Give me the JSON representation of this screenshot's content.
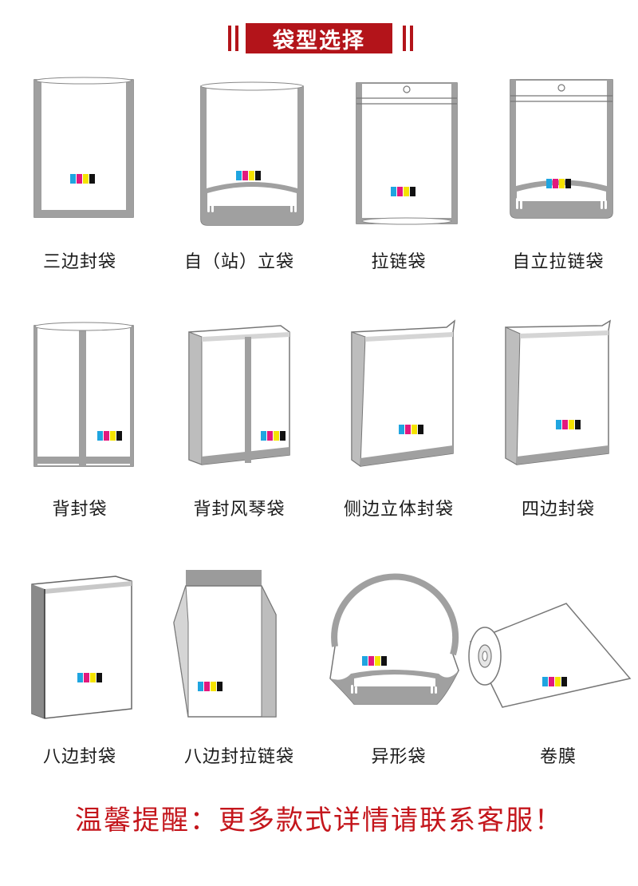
{
  "header": {
    "title": "袋型选择"
  },
  "bag_types": [
    {
      "label": "三边封袋",
      "icon": "three-side-seal-bag-icon"
    },
    {
      "label": "自（站）立袋",
      "icon": "stand-up-pouch-icon"
    },
    {
      "label": "拉链袋",
      "icon": "zipper-bag-icon"
    },
    {
      "label": "自立拉链袋",
      "icon": "stand-up-zipper-bag-icon"
    },
    {
      "label": "背封袋",
      "icon": "back-seal-bag-icon"
    },
    {
      "label": "背封风琴袋",
      "icon": "back-seal-gusset-bag-icon"
    },
    {
      "label": "侧边立体封袋",
      "icon": "side-gusset-bag-icon"
    },
    {
      "label": "四边封袋",
      "icon": "four-side-seal-bag-icon"
    },
    {
      "label": "八边封袋",
      "icon": "eight-side-seal-bag-icon"
    },
    {
      "label": "八边封拉链袋",
      "icon": "eight-side-seal-zipper-bag-icon"
    },
    {
      "label": "异形袋",
      "icon": "shaped-bag-icon"
    },
    {
      "label": "卷膜",
      "icon": "roll-film-icon"
    }
  ],
  "footer": {
    "notice": "温馨提醒：更多款式详情请联系客服！"
  },
  "colors": {
    "accent": "#b3141a",
    "notice": "#c4161c",
    "seal": "#9b9b9b",
    "outline": "#6e6e6e",
    "swatches": [
      "#1fa5e0",
      "#e2197e",
      "#f5e300",
      "#111111"
    ]
  }
}
